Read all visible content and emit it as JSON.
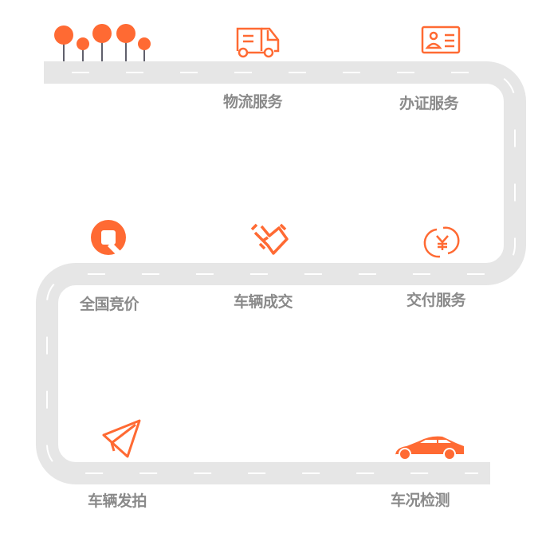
{
  "colors": {
    "accent": "#ff6a33",
    "road": "#e6e6e6",
    "label": "#8a8a8a"
  },
  "steps": [
    {
      "label": "车辆发拍",
      "icon": "paper-plane-icon"
    },
    {
      "label": "车况检测",
      "icon": "car-icon"
    },
    {
      "label": "全国竞价",
      "icon": "auction-q-icon"
    },
    {
      "label": "车辆成交",
      "icon": "handshake-heart-icon"
    },
    {
      "label": "交付服务",
      "icon": "yuan-exchange-icon"
    },
    {
      "label": "物流服务",
      "icon": "truck-icon"
    },
    {
      "label": "办证服务",
      "icon": "id-card-icon"
    }
  ]
}
